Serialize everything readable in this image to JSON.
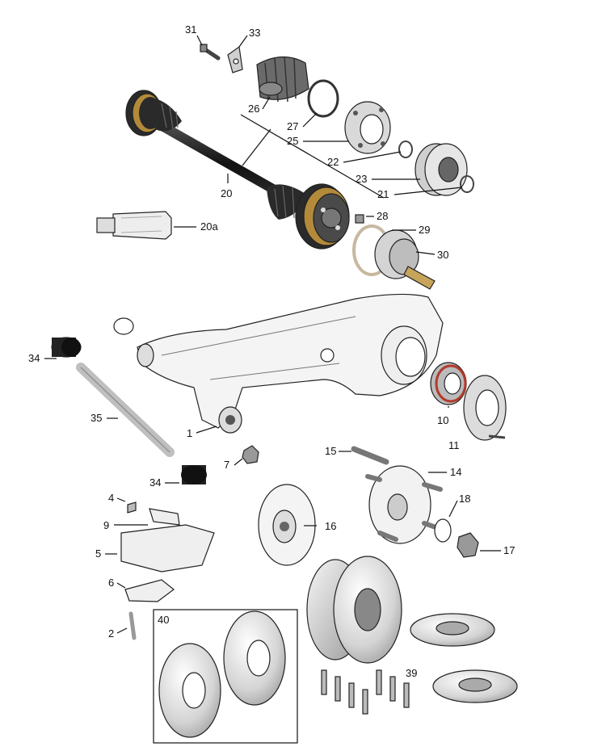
{
  "diagram": {
    "callouts": [
      {
        "id": "31",
        "text": "31"
      },
      {
        "id": "33",
        "text": "33"
      },
      {
        "id": "26",
        "text": "26"
      },
      {
        "id": "27",
        "text": "27"
      },
      {
        "id": "25",
        "text": "25"
      },
      {
        "id": "22",
        "text": "22"
      },
      {
        "id": "23",
        "text": "23"
      },
      {
        "id": "21",
        "text": "21"
      },
      {
        "id": "20",
        "text": "20"
      },
      {
        "id": "20a",
        "text": "20a"
      },
      {
        "id": "28",
        "text": "28"
      },
      {
        "id": "29",
        "text": "29"
      },
      {
        "id": "30",
        "text": "30"
      },
      {
        "id": "34a",
        "text": "34"
      },
      {
        "id": "35",
        "text": "35"
      },
      {
        "id": "1",
        "text": "1"
      },
      {
        "id": "10",
        "text": "10"
      },
      {
        "id": "11",
        "text": "11"
      },
      {
        "id": "7",
        "text": "7"
      },
      {
        "id": "15",
        "text": "15"
      },
      {
        "id": "14",
        "text": "14"
      },
      {
        "id": "34b",
        "text": "34"
      },
      {
        "id": "4",
        "text": "4"
      },
      {
        "id": "9",
        "text": "9"
      },
      {
        "id": "5",
        "text": "5"
      },
      {
        "id": "16",
        "text": "16"
      },
      {
        "id": "18",
        "text": "18"
      },
      {
        "id": "17",
        "text": "17"
      },
      {
        "id": "6",
        "text": "6"
      },
      {
        "id": "2",
        "text": "2"
      },
      {
        "id": "40",
        "text": "40"
      },
      {
        "id": "39",
        "text": "39"
      }
    ]
  }
}
